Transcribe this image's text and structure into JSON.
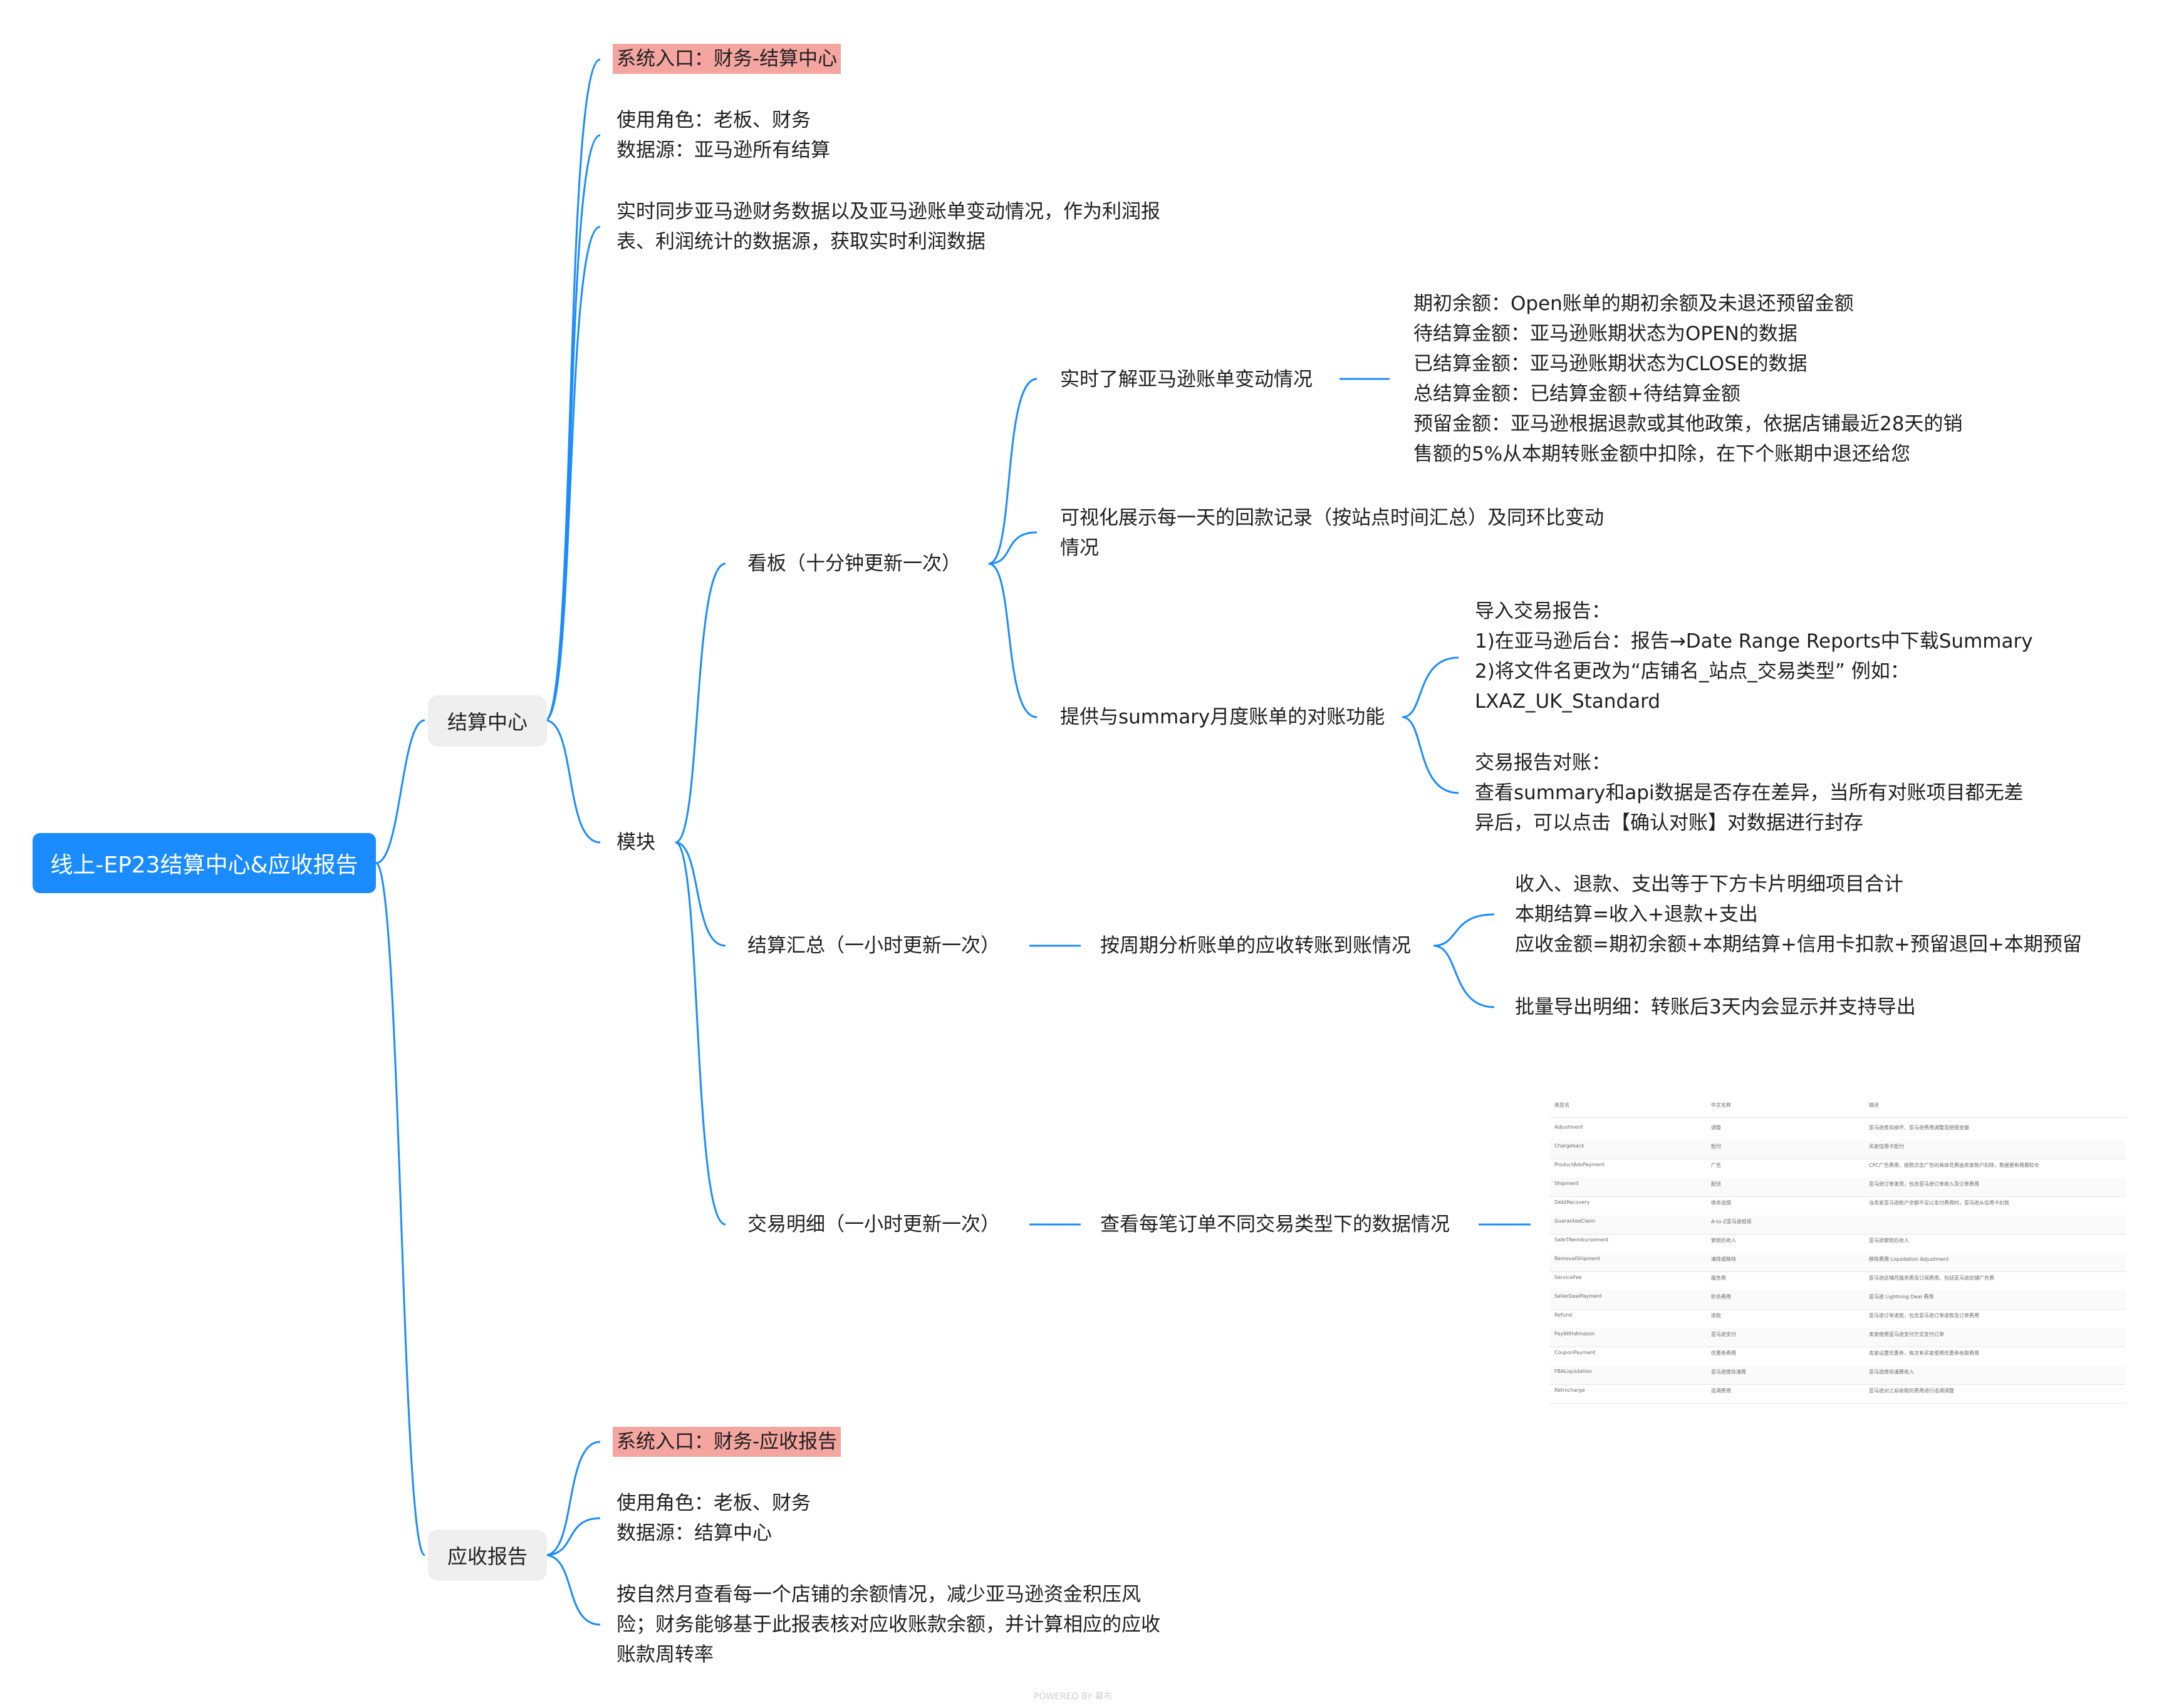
{
  "root": {
    "label": "线上-EP23结算中心&应收报告"
  },
  "settlement": {
    "label": "结算中心",
    "entry": "系统入口：财务-结算中心",
    "roles": [
      "使用角色：老板、财务",
      "数据源：亚马逊所有结算"
    ],
    "desc": [
      "实时同步亚马逊财务数据以及亚马逊账单变动情况，作为利润报",
      "表、利润统计的数据源，获取实时利润数据"
    ],
    "module": {
      "label": "模块",
      "dashboard": {
        "label": "看板（十分钟更新一次）",
        "realtime": {
          "label": "实时了解亚马逊账单变动情况",
          "details": [
            "期初余额：Open账单的期初余额及未退还预留金额",
            "待结算金额：亚马逊账期状态为OPEN的数据",
            "已结算金额：亚马逊账期状态为CLOSE的数据",
            "总结算金额：已结算金额+待结算金额",
            "预留金额：亚马逊根据退款或其他政策，依据店铺最近28天的销",
            "售额的5%从本期转账金额中扣除，在下个账期中退还给您"
          ]
        },
        "visual": [
          "可视化展示每一天的回款记录（按站点时间汇总）及同环比变动",
          "情况"
        ],
        "reconcile": {
          "label": "提供与summary月度账单的对账功能",
          "import": [
            "导入交易报告：",
            "1)在亚马逊后台：报告→Date Range Reports中下载Summary",
            "2)将文件名更改为“店铺名_站点_交易类型” 例如：",
            "LXAZ_UK_Standard"
          ],
          "check": [
            "交易报告对账：",
            "查看summary和api数据是否存在差异，当所有对账项目都无差",
            "异后，可以点击【确认对账】对数据进行封存"
          ]
        }
      },
      "summary": {
        "label": "结算汇总（一小时更新一次）",
        "analysis": "按周期分析账单的应收转账到账情况",
        "formulas": [
          "收入、退款、支出等于下方卡片明细项目合计",
          "本期结算=收入+退款+支出",
          "应收金额=期初余额+本期结算+信用卡扣款+预留退回+本期预留"
        ],
        "export": "批量导出明细：转账后3天内会显示并支持导出"
      },
      "detail": {
        "label": "交易明细（一小时更新一次）",
        "view": "查看每笔订单不同交易类型下的数据情况"
      }
    }
  },
  "receivable": {
    "label": "应收报告",
    "entry": "系统入口：财务-应收报告",
    "roles": [
      "使用角色：老板、财务",
      "数据源：结算中心"
    ],
    "desc": [
      "按自然月查看每一个店铺的余额情况，减少亚马逊资金积压风",
      "险；财务能够基于此报表核对应收账款余额，并计算相应的应收",
      "账款周转率"
    ]
  },
  "thumbnail": {
    "header": [
      "类型名",
      "中文名称",
      "描述"
    ],
    "rows": [
      [
        "Adjustment",
        "调整",
        "亚马逊库存损坏、亚马逊费用调整及赔偿金额"
      ],
      [
        "Chargeback",
        "拒付",
        "买家信用卡拒付"
      ],
      [
        "ProductAdsPayment",
        "广告",
        "CPC广告费用，按照点击广告的具体花费由卖家账户扣除，数据更新周期较长"
      ],
      [
        "Shipment",
        "配送",
        "亚马逊订单发货，包含亚马逊订单收入及订单费用"
      ],
      [
        "DebtRecovery",
        "债务追偿",
        "当卖家亚马逊账户余额不足以支付费用时，亚马逊从信用卡扣款"
      ],
      [
        "GuaranteeClaim",
        "A-to-Z亚马逊担保",
        ""
      ],
      [
        "SafeTReimbursement",
        "索赔后收入",
        "亚马逊索赔后收入"
      ],
      [
        "RemovalShipment",
        "清除或移除",
        "移除费用 Liquidation Adjustment"
      ],
      [
        "ServiceFee",
        "服务费",
        "亚马逊店铺月服务费及订阅费用，包括亚马逊店铺广告费"
      ],
      [
        "SellerDealPayment",
        "秒杀费用",
        "亚马逊 Lightning Deal 费用"
      ],
      [
        "Refund",
        "退款",
        "亚马逊订单退款，包含亚马逊订单退款及订单费用"
      ],
      [
        "PayWithAmazon",
        "亚马逊支付",
        "卖家使用亚马逊支付方式支付订单"
      ],
      [
        "CouponPayment",
        "优惠券费用",
        "卖家设置优惠券，每次有买家使用优惠券收取费用"
      ],
      [
        "FBALiquidation",
        "亚马逊库存清算",
        "亚马逊库存清算收入"
      ],
      [
        "Retrocharge",
        "追溯费用",
        "亚马逊对之前收取的费用进行追溯调整"
      ]
    ]
  },
  "footer": "POWERED BY 幕布"
}
